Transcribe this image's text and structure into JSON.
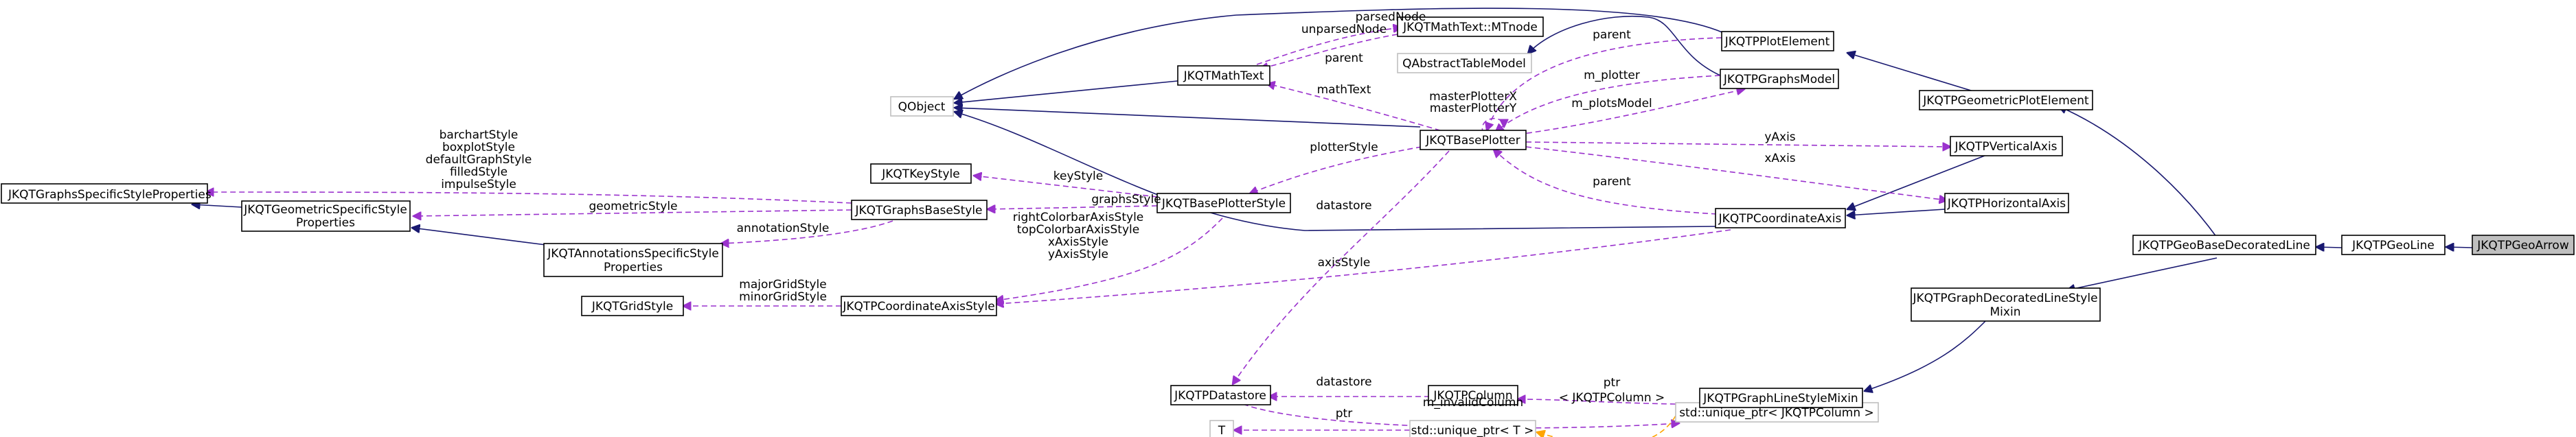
{
  "colors": {
    "inheritance_edge": "#191970",
    "usage_edge": "#9a32cd",
    "template_edge": "#ffa500",
    "highlight_fill": "#bfbfbf",
    "gray_border": "#bfbfbf"
  },
  "nodes": {
    "JKQTGraphsSpecificStyleProperties": "JKQTGraphsSpecificStyleProperties",
    "JKQTGeometricSpecificStyleProperties_1": "JKQTGeometricSpecificStyle",
    "JKQTGeometricSpecificStyleProperties_2": "Properties",
    "JKQTAnnotationsSpecificStyleProperties_1": "JKQTAnnotationsSpecificStyle",
    "JKQTAnnotationsSpecificStyleProperties_2": "Properties",
    "JKQTGridStyle": "JKQTGridStyle",
    "JKQTKeyStyle": "JKQTKeyStyle",
    "JKQTGraphsBaseStyle": "JKQTGraphsBaseStyle",
    "JKQTPCoordinateAxisStyle": "JKQTPCoordinateAxisStyle",
    "QObject": "QObject",
    "JKQTMathText": "JKQTMathText",
    "JKQTMathTextMTnode": "JKQTMathText::MTnode",
    "QAbstractTableModel": "QAbstractTableModel",
    "JKQTBasePlotterStyle": "JKQTBasePlotterStyle",
    "JKQTBasePlotter": "JKQTBasePlotter",
    "JKQTPDatastore": "JKQTPDatastore",
    "JKQTPColumn": "JKQTPColumn",
    "T": "T",
    "unique_ptr_T": "std::unique_ptr< T >",
    "unique_ptr_col": "std::unique_ptr< JKQTPColumn >",
    "JKQTPPlotElement": "JKQTPPlotElement",
    "JKQTPGraphsModel": "JKQTPGraphsModel",
    "JKQTPCoordinateAxis": "JKQTPCoordinateAxis",
    "JKQTPVerticalAxis": "JKQTPVerticalAxis",
    "JKQTPHorizontalAxis": "JKQTPHorizontalAxis",
    "JKQTPGeometricPlotElement": "JKQTPGeometricPlotElement",
    "JKQTPGeoBaseDecoratedLine": "JKQTPGeoBaseDecoratedLine",
    "JKQTPGraphDecoratedLineStyleMixin_1": "JKQTPGraphDecoratedLineStyle",
    "JKQTPGraphDecoratedLineStyleMixin_2": "Mixin",
    "JKQTPGraphLineStyleMixin": "JKQTPGraphLineStyleMixin",
    "JKQTPGeoLine": "JKQTPGeoLine",
    "JKQTPGeoArrow": "JKQTPGeoArrow"
  },
  "edge_labels": {
    "barchartStyle": "barchartStyle",
    "boxplotStyle": "boxplotStyle",
    "defaultGraphStyle": "defaultGraphStyle",
    "filledStyle": "filledStyle",
    "impulseStyle": "impulseStyle",
    "geometricStyle": "geometricStyle",
    "annotationStyle": "annotationStyle",
    "keyStyle": "keyStyle",
    "graphsStyle": "graphsStyle",
    "rightColorbarAxisStyle": "rightColorbarAxisStyle",
    "topColorbarAxisStyle": "topColorbarAxisStyle",
    "xAxisStyle": "xAxisStyle",
    "yAxisStyle": "yAxisStyle",
    "majorGridStyle": "majorGridStyle",
    "minorGridStyle": "minorGridStyle",
    "axisStyle": "axisStyle",
    "parsedNode": "parsedNode",
    "unparsedNode": "unparsedNode",
    "parent_mt": "parent",
    "mathText": "mathText",
    "plotterStyle": "plotterStyle",
    "datastore_axis": "datastore",
    "masterPlotterX": "masterPlotterX",
    "masterPlotterY": "masterPlotterY",
    "parent_pe": "parent",
    "m_plotter": "m_plotter",
    "m_plotsModel": "m_plotsModel",
    "yAxis": "yAxis",
    "xAxis": "xAxis",
    "parent_ca": "parent",
    "datastore": "datastore",
    "ptr_col": "ptr",
    "m_invalidColumn": "m_invalidColumn",
    "jkqtpcolumn_tmpl": "< JKQTPColumn >",
    "ptr_T": "ptr"
  }
}
